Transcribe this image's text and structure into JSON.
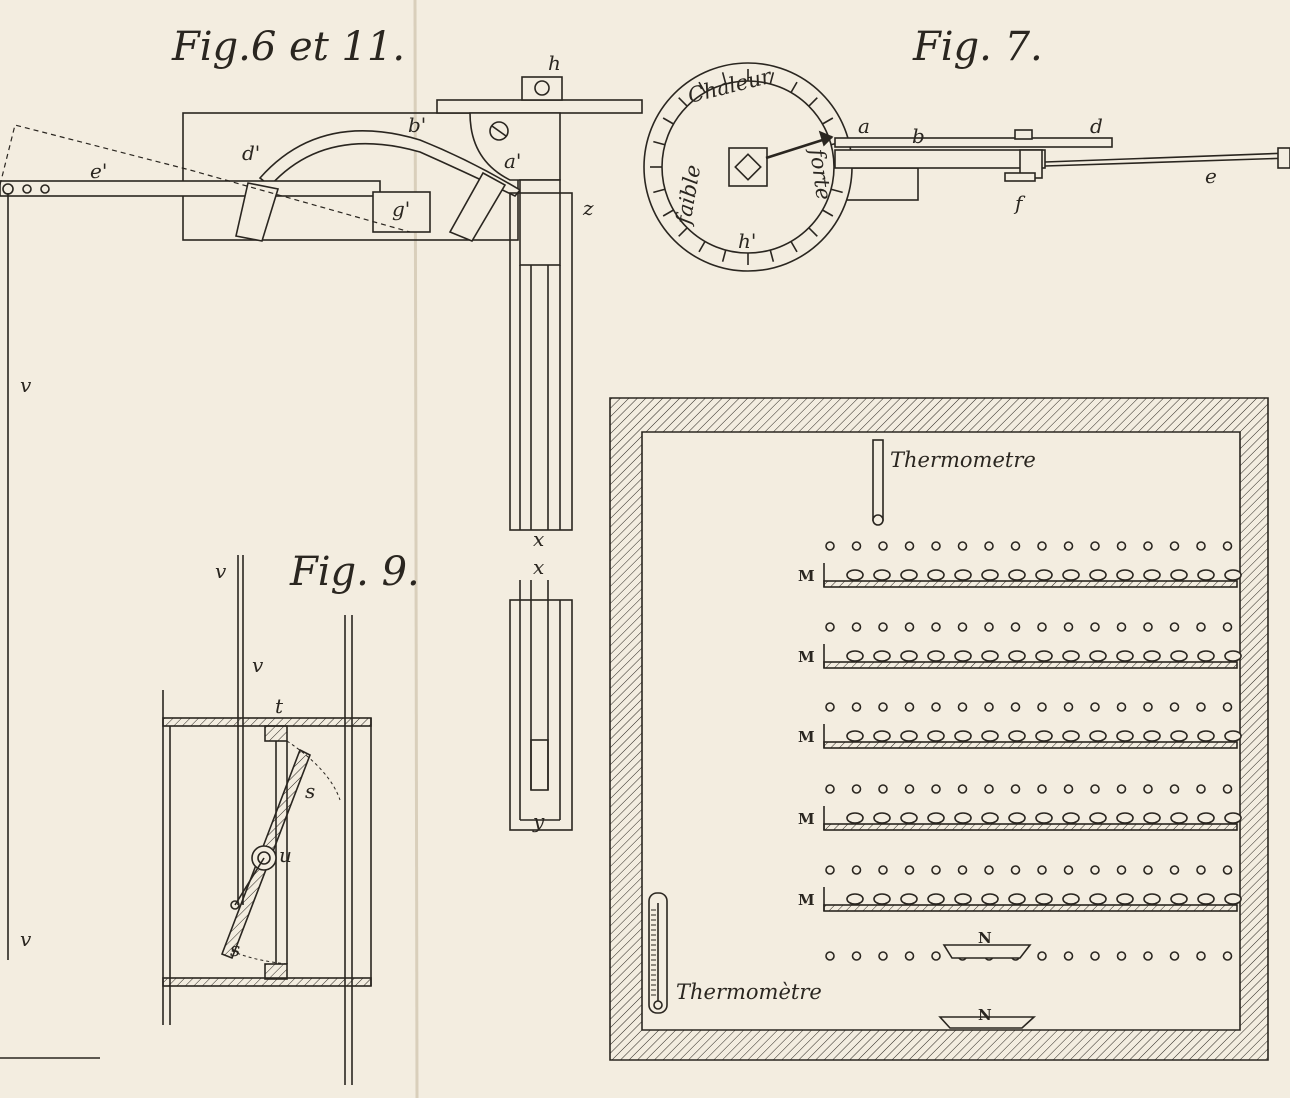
{
  "figures": {
    "fig6": {
      "caption": "Fig.6 et 11.",
      "letters": {
        "h": "h",
        "b_prime": "b'",
        "d_prime": "d'",
        "a_prime": "a'",
        "e_prime": "e'",
        "g_prime": "g'",
        "z": "z",
        "v_top": "v",
        "v_bottom": "v",
        "x_top": "x",
        "x_bottom": "x",
        "y": "y"
      }
    },
    "fig7": {
      "caption": "Fig. 7.",
      "dial_words": {
        "top": "Chaleur",
        "left": "faible",
        "right": "forte"
      },
      "letters": {
        "a": "a",
        "b": "b",
        "d": "d",
        "e": "e",
        "f": "f",
        "h_prime": "h'"
      }
    },
    "fig9": {
      "caption": "Fig. 9.",
      "letters": {
        "v_top": "v",
        "v_mid": "v",
        "t": "t",
        "s_top": "s",
        "u": "u",
        "s_bottom": "s"
      }
    },
    "oven": {
      "thermometer_top": "Thermometre",
      "thermometer_bottom": "Thermomètre",
      "shelf_label": "M",
      "pan_label": "N",
      "shelf_count": 5,
      "pan_count": 2
    }
  },
  "colors": {
    "paper": "#f3ede0",
    "ink": "#2a2620"
  }
}
